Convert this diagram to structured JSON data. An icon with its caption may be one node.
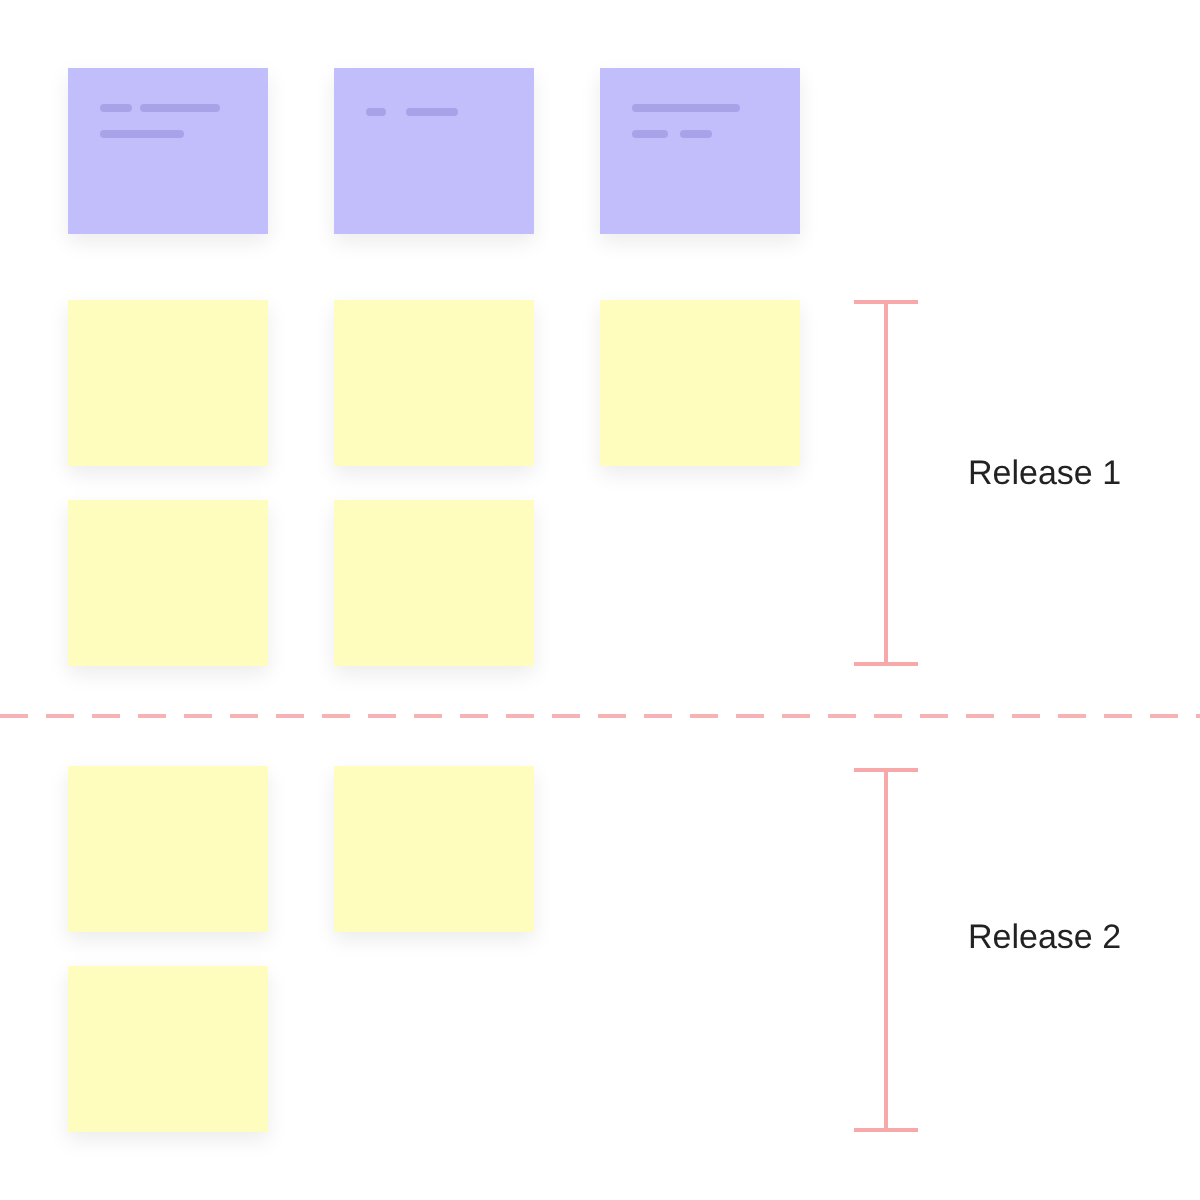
{
  "diagram": {
    "nodes": [
      {
        "text": [],
        "shape": "box"
      },
      {
        "text": [],
        "shape": "box"
      },
      {
        "text": [],
        "shape": "box"
      },
      {
        "text": [],
        "shape": "box"
      },
      {
        "text": [],
        "shape": "box"
      },
      {
        "text": [],
        "shape": "box"
      },
      {
        "text": [],
        "shape": "box"
      },
      {
        "text": [],
        "shape": "box"
      },
      {
        "text": [],
        "shape": "box"
      },
      {
        "text": [],
        "shape": "box"
      },
      {
        "text": [],
        "shape": "box"
      }
    ],
    "labels": [
      "Release 1",
      "Release 2"
    ]
  }
}
